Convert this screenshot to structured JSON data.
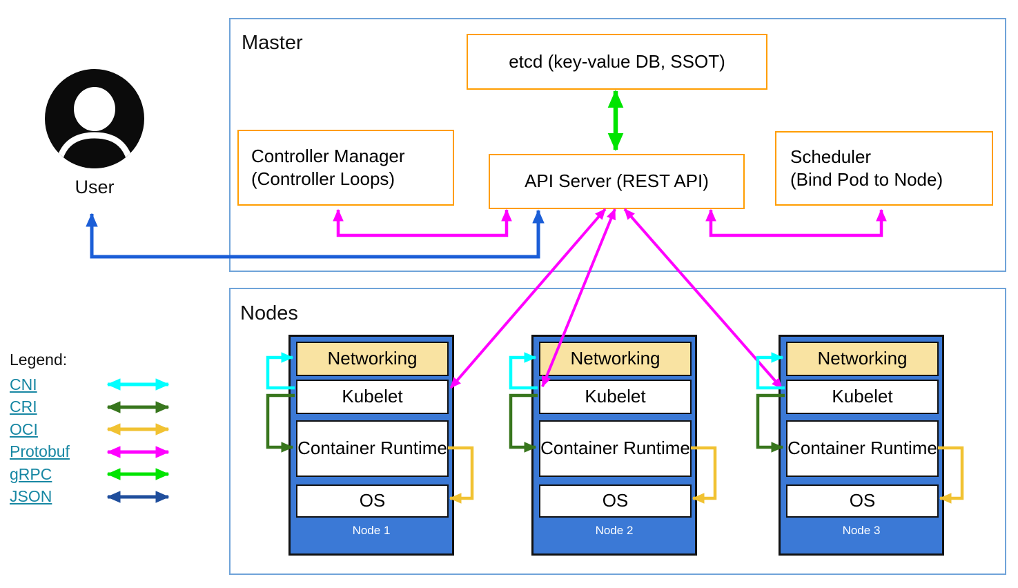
{
  "master": {
    "title": "Master",
    "etcd_label": "etcd (key-value DB, SSOT)",
    "controller_manager": {
      "line1": "Controller Manager",
      "line2": "(Controller Loops)"
    },
    "api_server_label": "API Server (REST API)",
    "scheduler": {
      "line1": "Scheduler",
      "line2": "(Bind Pod to Node)"
    }
  },
  "user": {
    "label": "User"
  },
  "nodes": {
    "title": "Nodes",
    "layers": {
      "networking": "Networking",
      "kubelet": "Kubelet",
      "container_runtime": "Container Runtime",
      "os": "OS"
    },
    "items": [
      {
        "label": "Node 1"
      },
      {
        "label": "Node 2"
      },
      {
        "label": "Node 3"
      }
    ]
  },
  "legend": {
    "title": "Legend:",
    "items": [
      {
        "label": "CNI",
        "color": "#00ffff"
      },
      {
        "label": "CRI",
        "color": "#38761d"
      },
      {
        "label": "OCI",
        "color": "#f1c232"
      },
      {
        "label": "Protobuf",
        "color": "#ff00ff"
      },
      {
        "label": "gRPC",
        "color": "#00e400"
      },
      {
        "label": "JSON",
        "color": "#1f4e9c"
      }
    ]
  },
  "colors": {
    "protobuf_magenta": "#ff00ff",
    "grpc_green": "#00e400",
    "json_arrow_blue": "#1b5ed7",
    "cni_cyan": "#00ffff",
    "cri_dark_green": "#38761d",
    "oci_yellow": "#f1c232",
    "legend_json_navy": "#1f4e9c",
    "orange_box_border": "#ff9d00",
    "node_blue": "#3b79d6",
    "networking_tan": "#f9e3a2",
    "frame_border_blue": "#6fa3d9",
    "legend_link_teal": "#1787a3",
    "user_icon_black": "#0b0b0b"
  }
}
